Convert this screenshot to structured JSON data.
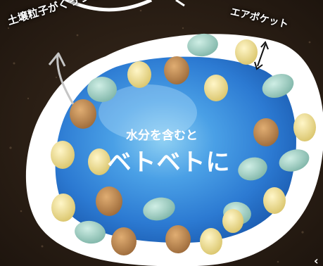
{
  "labels": {
    "soil_particles": "土壌粒子がくっつく",
    "air_pocket": "エアポケット",
    "water_line": "水分を含むと",
    "sticky_line": "ベトベトに"
  },
  "colors": {
    "soil_bg": "#2e2117",
    "air_pocket": "#ffffff",
    "water": "#2f7fd6",
    "particle_yellow": "#e8d98a",
    "particle_brown": "#b98650",
    "particle_teal": "#9ccbbf"
  },
  "icons": [
    "double-arrow-icon",
    "pointer-arrow-icon"
  ]
}
